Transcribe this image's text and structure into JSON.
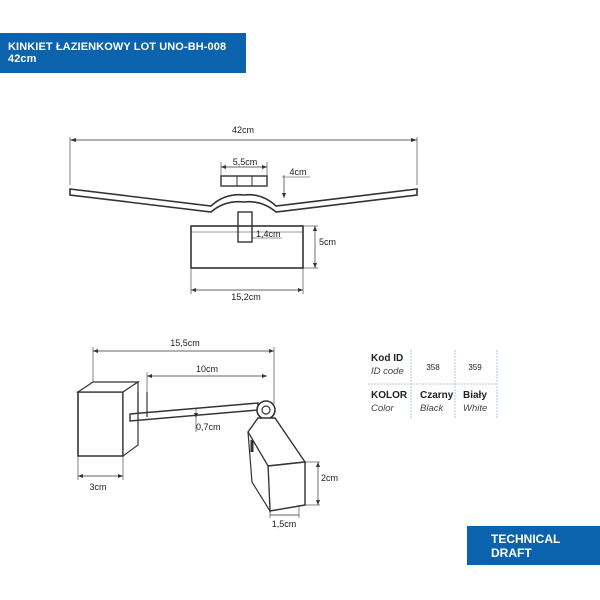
{
  "header": {
    "title": "KINKIET ŁAZIENKOWY LOT UNO-BH-008 42cm"
  },
  "footer": {
    "label": "TECHNICAL DRAFT"
  },
  "front_view": {
    "total_width": "42cm",
    "mount_width": "5,5cm",
    "arm_height": "4cm",
    "stem_width": "1,4cm",
    "base_height": "5cm",
    "base_width": "15,2cm"
  },
  "side_view": {
    "reach": "15,5cm",
    "arm_length": "10cm",
    "arm_thickness": "0,7cm",
    "base_depth": "3cm",
    "head_height": "2cm",
    "head_width": "1,5cm"
  },
  "spec_table": {
    "row1_label": "Kod ID",
    "row1_sub": "ID code",
    "row1_values": [
      "358",
      "359"
    ],
    "row2_label": "KOLOR",
    "row2_sub": "Color",
    "row2_values": [
      "Czarny",
      "Biały"
    ],
    "row2_subvalues": [
      "Black",
      "White"
    ]
  }
}
